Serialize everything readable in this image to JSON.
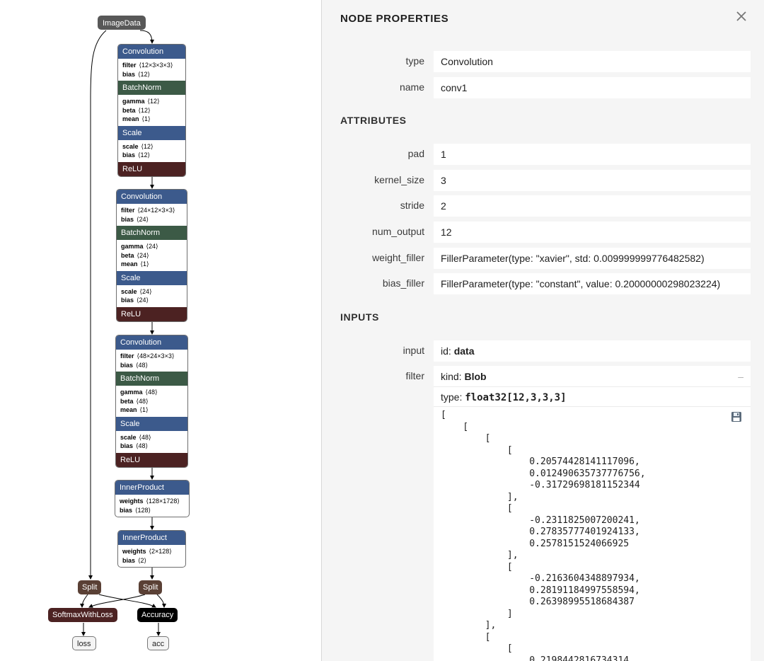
{
  "graph": {
    "input_node": "ImageData",
    "blocks": [
      {
        "layers": [
          {
            "type": "Convolution",
            "attrs": [
              {
                "name": "filter",
                "value": "⟨12×3×3×3⟩"
              },
              {
                "name": "bias",
                "value": "⟨12⟩"
              }
            ]
          },
          {
            "type": "BatchNorm",
            "attrs": [
              {
                "name": "gamma",
                "value": "⟨12⟩"
              },
              {
                "name": "beta",
                "value": "⟨12⟩"
              },
              {
                "name": "mean",
                "value": "⟨1⟩"
              }
            ]
          },
          {
            "type": "Scale",
            "attrs": [
              {
                "name": "scale",
                "value": "⟨12⟩"
              },
              {
                "name": "bias",
                "value": "⟨12⟩"
              }
            ]
          },
          {
            "type": "ReLU",
            "attrs": []
          }
        ]
      },
      {
        "layers": [
          {
            "type": "Convolution",
            "attrs": [
              {
                "name": "filter",
                "value": "⟨24×12×3×3⟩"
              },
              {
                "name": "bias",
                "value": "⟨24⟩"
              }
            ]
          },
          {
            "type": "BatchNorm",
            "attrs": [
              {
                "name": "gamma",
                "value": "⟨24⟩"
              },
              {
                "name": "beta",
                "value": "⟨24⟩"
              },
              {
                "name": "mean",
                "value": "⟨1⟩"
              }
            ]
          },
          {
            "type": "Scale",
            "attrs": [
              {
                "name": "scale",
                "value": "⟨24⟩"
              },
              {
                "name": "bias",
                "value": "⟨24⟩"
              }
            ]
          },
          {
            "type": "ReLU",
            "attrs": []
          }
        ]
      },
      {
        "layers": [
          {
            "type": "Convolution",
            "attrs": [
              {
                "name": "filter",
                "value": "⟨48×24×3×3⟩"
              },
              {
                "name": "bias",
                "value": "⟨48⟩"
              }
            ]
          },
          {
            "type": "BatchNorm",
            "attrs": [
              {
                "name": "gamma",
                "value": "⟨48⟩"
              },
              {
                "name": "beta",
                "value": "⟨48⟩"
              },
              {
                "name": "mean",
                "value": "⟨1⟩"
              }
            ]
          },
          {
            "type": "Scale",
            "attrs": [
              {
                "name": "scale",
                "value": "⟨48⟩"
              },
              {
                "name": "bias",
                "value": "⟨48⟩"
              }
            ]
          },
          {
            "type": "ReLU",
            "attrs": []
          }
        ]
      },
      {
        "layers": [
          {
            "type": "InnerProduct",
            "attrs": [
              {
                "name": "weights",
                "value": "⟨128×1728⟩"
              },
              {
                "name": "bias",
                "value": "⟨128⟩"
              }
            ]
          }
        ]
      },
      {
        "layers": [
          {
            "type": "InnerProduct",
            "attrs": [
              {
                "name": "weights",
                "value": "⟨2×128⟩"
              },
              {
                "name": "bias",
                "value": "⟨2⟩"
              }
            ]
          }
        ]
      }
    ],
    "split_left": "Split",
    "split_right": "Split",
    "loss_node": "SoftmaxWithLoss",
    "accuracy_node": "Accuracy",
    "output_loss": "loss",
    "output_acc": "acc"
  },
  "panel": {
    "title": "NODE PROPERTIES",
    "close_icon": "close-icon",
    "properties": [
      {
        "label": "type",
        "value": "Convolution"
      },
      {
        "label": "name",
        "value": "conv1"
      }
    ],
    "attributes_heading": "ATTRIBUTES",
    "attributes": [
      {
        "label": "pad",
        "value": "1"
      },
      {
        "label": "kernel_size",
        "value": "3"
      },
      {
        "label": "stride",
        "value": "2"
      },
      {
        "label": "num_output",
        "value": "12"
      },
      {
        "label": "weight_filler",
        "value": "FillerParameter(type: \"xavier\", std: 0.009999999776482582)"
      },
      {
        "label": "bias_filler",
        "value": "FillerParameter(type: \"constant\", value: 0.20000000298023224)"
      }
    ],
    "inputs_heading": "INPUTS",
    "input": {
      "label": "input",
      "prefix": "id:",
      "value": "data"
    },
    "filter": {
      "label": "filter",
      "kind_prefix": "kind:",
      "kind": "Blob",
      "collapse_label": "–",
      "type_prefix": "type:",
      "type": "float32[12,3,3,3]",
      "tensor_text": "[\n    [\n        [\n            [\n                0.20574428141117096,\n                0.012490635737776756,\n                -0.31729698181152344\n            ],\n            [\n                -0.2311825007200241,\n                0.27835777401924133,\n                0.2578151524066925\n            ],\n            [\n                -0.2163604348897934,\n                0.28191184997558594,\n                0.26398995518684387\n            ]\n        ],\n        [\n            [\n                0.2198442816734314"
    }
  }
}
